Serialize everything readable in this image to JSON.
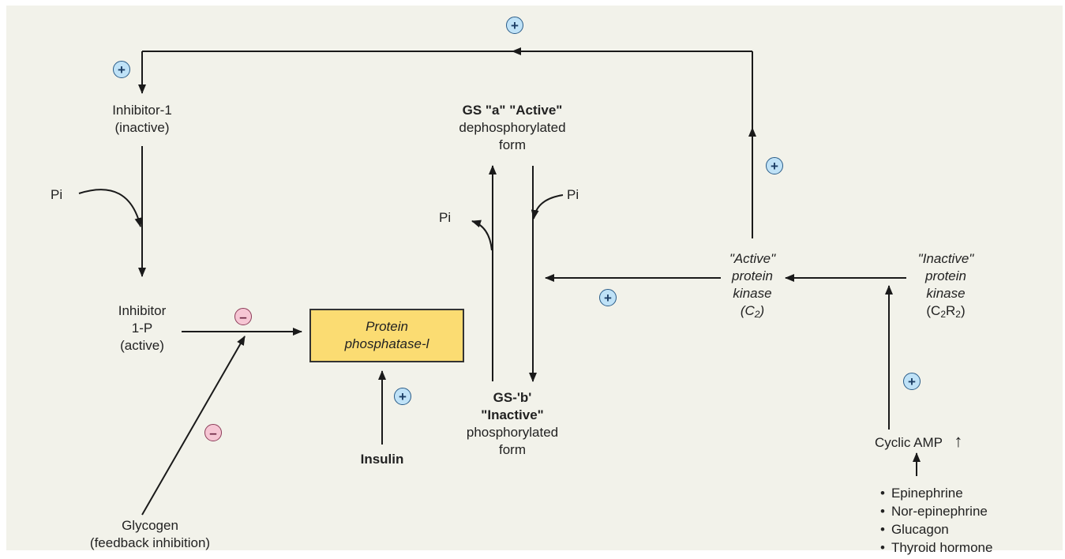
{
  "nodes": {
    "inhibitor1_inactive": [
      "Inhibitor-1",
      "(inactive)"
    ],
    "inhibitor1p_active": [
      "Inhibitor",
      "1-P",
      "(active)"
    ],
    "protein_phosphatase": [
      "Protein",
      "phosphatase-l"
    ],
    "gs_a": {
      "title": "GS \"a\" \"Active\"",
      "lines": [
        "dephosphorylated",
        "form"
      ]
    },
    "gs_b": {
      "title1": "GS-'b'",
      "title2": "\"Inactive\"",
      "lines": [
        "phosphorylated",
        "form"
      ]
    },
    "insulin": "Insulin",
    "glycogen": [
      "Glycogen",
      "(feedback inhibition)"
    ],
    "active_kinase": {
      "lines": [
        "\"Active\"",
        "protein",
        "kinase"
      ],
      "formula_main": "(C",
      "formula_sub": "2",
      "formula_end": ")"
    },
    "inactive_kinase": {
      "lines": [
        "\"Inactive\"",
        "protein",
        "kinase"
      ],
      "formula_a": "(C",
      "formula_sub1": "2",
      "formula_b": "R",
      "formula_sub2": "2",
      "formula_c": ")"
    },
    "cyclic_amp": "Cyclic AMP",
    "pi_left": "Pi",
    "pi_gs_out": "Pi",
    "pi_gs_in": "Pi"
  },
  "stimulators": [
    "Epinephrine",
    "Nor-epinephrine",
    "Glucagon",
    "Thyroid hormone"
  ],
  "symbols": {
    "plus": "+",
    "minus": "–",
    "up_arrow": "↑"
  },
  "colors": {
    "background": "#f2f2ea",
    "enzyme_box": "#fbdc72",
    "plus_badge": "#bfe2f7",
    "minus_badge": "#f6c6d4",
    "arrow": "#1a1a1a"
  }
}
